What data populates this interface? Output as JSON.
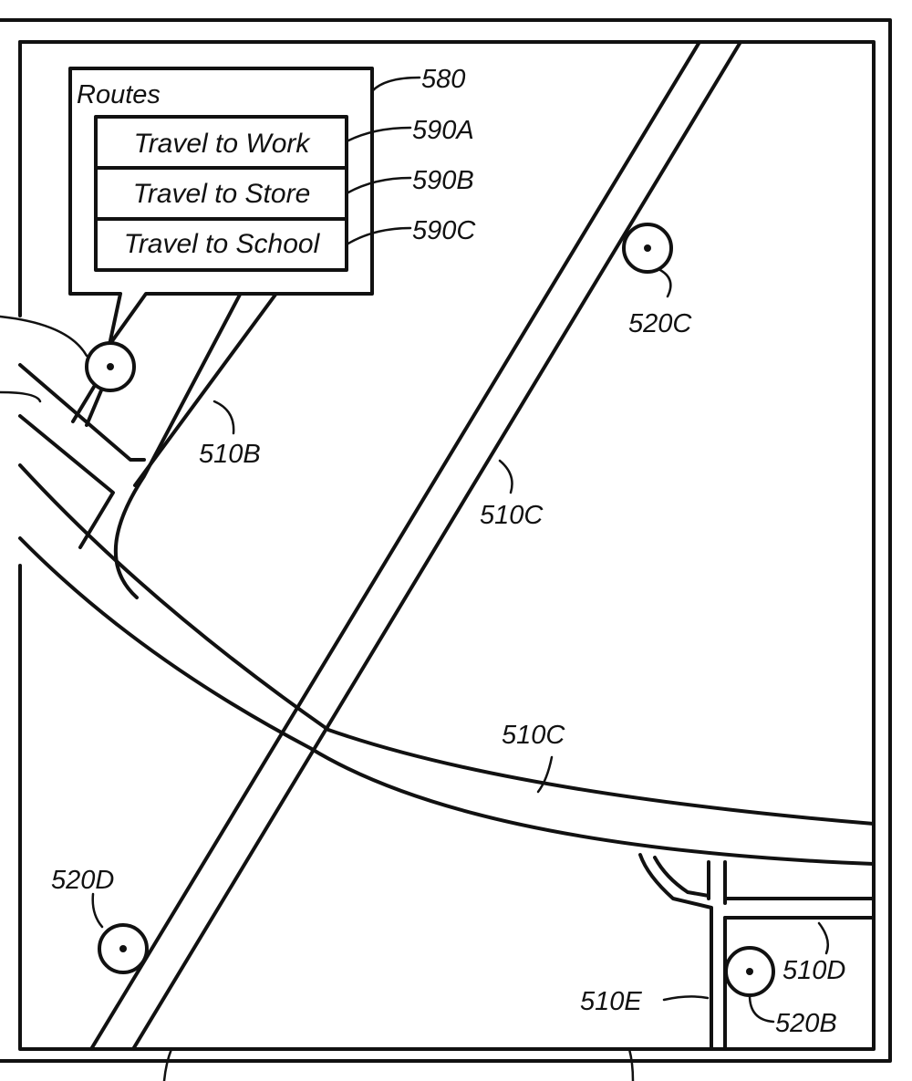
{
  "routes_panel": {
    "title": "Routes",
    "items": [
      {
        "label": "Travel to Work"
      },
      {
        "label": "Travel to Store"
      },
      {
        "label": "Travel to School"
      }
    ]
  },
  "references": {
    "panel": "580",
    "item_a": "590A",
    "item_b": "590B",
    "item_c": "590C",
    "road_b": "510B",
    "road_c_diagonal": "510C",
    "road_c_curve": "510C",
    "road_d": "510D",
    "road_e": "510E",
    "marker_b": "520B",
    "marker_c": "520C",
    "marker_d": "520D"
  },
  "colors": {
    "ink": "#111111",
    "paper": "#ffffff"
  }
}
